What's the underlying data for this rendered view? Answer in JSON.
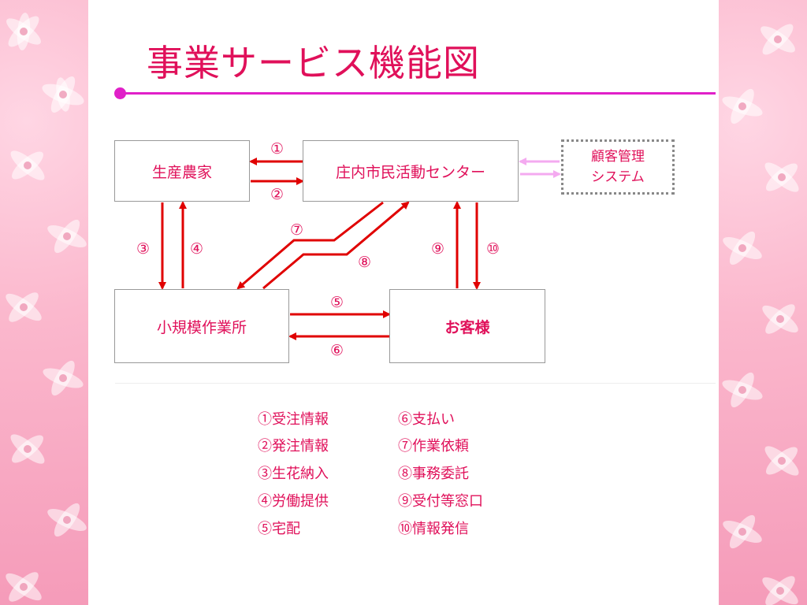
{
  "title": "事業サービス機能図",
  "nodes": {
    "farmer": "生産農家",
    "center": "庄内市民活動センター",
    "workshop": "小規模作業所",
    "customer": "お客様"
  },
  "crm": {
    "line1": "顧客管理",
    "line2": "システム"
  },
  "markers": [
    "①",
    "②",
    "③",
    "④",
    "⑤",
    "⑥",
    "⑦",
    "⑧",
    "⑨",
    "⑩"
  ],
  "legend": {
    "left": [
      "①受注情報",
      "②発注情報",
      "③生花納入",
      "④労働提供",
      "⑤宅配"
    ],
    "right": [
      "⑥支払い",
      "⑦作業依頼",
      "⑧事務委託",
      "⑨受付等窓口",
      "⑩情報発信"
    ]
  },
  "colors": {
    "accent": "#e0105a",
    "arrow": "#e00000",
    "rule": "#e020c8",
    "crm_arrow": "#f4aaf0",
    "border_flower": "#f7a3c0"
  },
  "icons": {
    "border_pattern": "pink-flower-pattern"
  }
}
